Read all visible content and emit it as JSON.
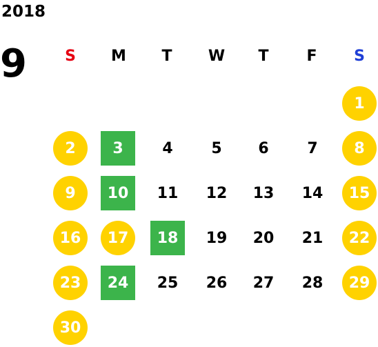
{
  "year": "2018",
  "month": "9",
  "weekdays": [
    "S",
    "M",
    "T",
    "W",
    "T",
    "F",
    "S"
  ],
  "colors": {
    "sunday_label": "#e60012",
    "saturday_label": "#1f3fd6",
    "weekend_fill": "#ffd200",
    "holiday_fill": "#3cb44b"
  },
  "weeks": [
    [
      null,
      null,
      null,
      null,
      null,
      null,
      {
        "day": "1",
        "type": "weekend"
      }
    ],
    [
      {
        "day": "2",
        "type": "weekend"
      },
      {
        "day": "3",
        "type": "holiday"
      },
      {
        "day": "4",
        "type": "normal"
      },
      {
        "day": "5",
        "type": "normal"
      },
      {
        "day": "6",
        "type": "normal"
      },
      {
        "day": "7",
        "type": "normal"
      },
      {
        "day": "8",
        "type": "weekend"
      }
    ],
    [
      {
        "day": "9",
        "type": "weekend"
      },
      {
        "day": "10",
        "type": "holiday"
      },
      {
        "day": "11",
        "type": "normal"
      },
      {
        "day": "12",
        "type": "normal"
      },
      {
        "day": "13",
        "type": "normal"
      },
      {
        "day": "14",
        "type": "normal"
      },
      {
        "day": "15",
        "type": "weekend"
      }
    ],
    [
      {
        "day": "16",
        "type": "weekend"
      },
      {
        "day": "17",
        "type": "weekend"
      },
      {
        "day": "18",
        "type": "holiday"
      },
      {
        "day": "19",
        "type": "normal"
      },
      {
        "day": "20",
        "type": "normal"
      },
      {
        "day": "21",
        "type": "normal"
      },
      {
        "day": "22",
        "type": "weekend"
      }
    ],
    [
      {
        "day": "23",
        "type": "weekend"
      },
      {
        "day": "24",
        "type": "holiday"
      },
      {
        "day": "25",
        "type": "normal"
      },
      {
        "day": "26",
        "type": "normal"
      },
      {
        "day": "27",
        "type": "normal"
      },
      {
        "day": "28",
        "type": "normal"
      },
      {
        "day": "29",
        "type": "weekend"
      }
    ],
    [
      {
        "day": "30",
        "type": "weekend"
      },
      null,
      null,
      null,
      null,
      null,
      null
    ]
  ]
}
